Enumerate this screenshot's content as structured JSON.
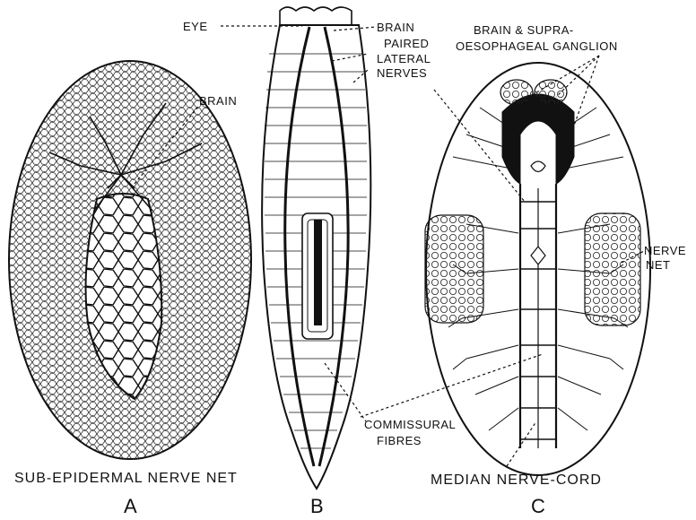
{
  "figure": {
    "panels": [
      {
        "letter": "A",
        "caption": "SUB-EPIDERMAL NERVE NET"
      },
      {
        "letter": "B",
        "caption": ""
      },
      {
        "letter": "C",
        "caption": "MEDIAN NERVE-CORD"
      }
    ],
    "labels": {
      "brain_a": "BRAIN",
      "eye": "EYE",
      "brain_b": "BRAIN",
      "paired_lateral_1": "PAIRED",
      "paired_lateral_2": "LATERAL",
      "paired_lateral_3": "NERVES",
      "brain_supra_1": "BRAIN & SUPRA-",
      "brain_supra_2": "OESOPHAGEAL GANGLION",
      "nerve_net_1": "NERVE",
      "nerve_net_2": "NET",
      "commissural_1": "COMMISSURAL",
      "commissural_2": "FIBRES"
    }
  }
}
